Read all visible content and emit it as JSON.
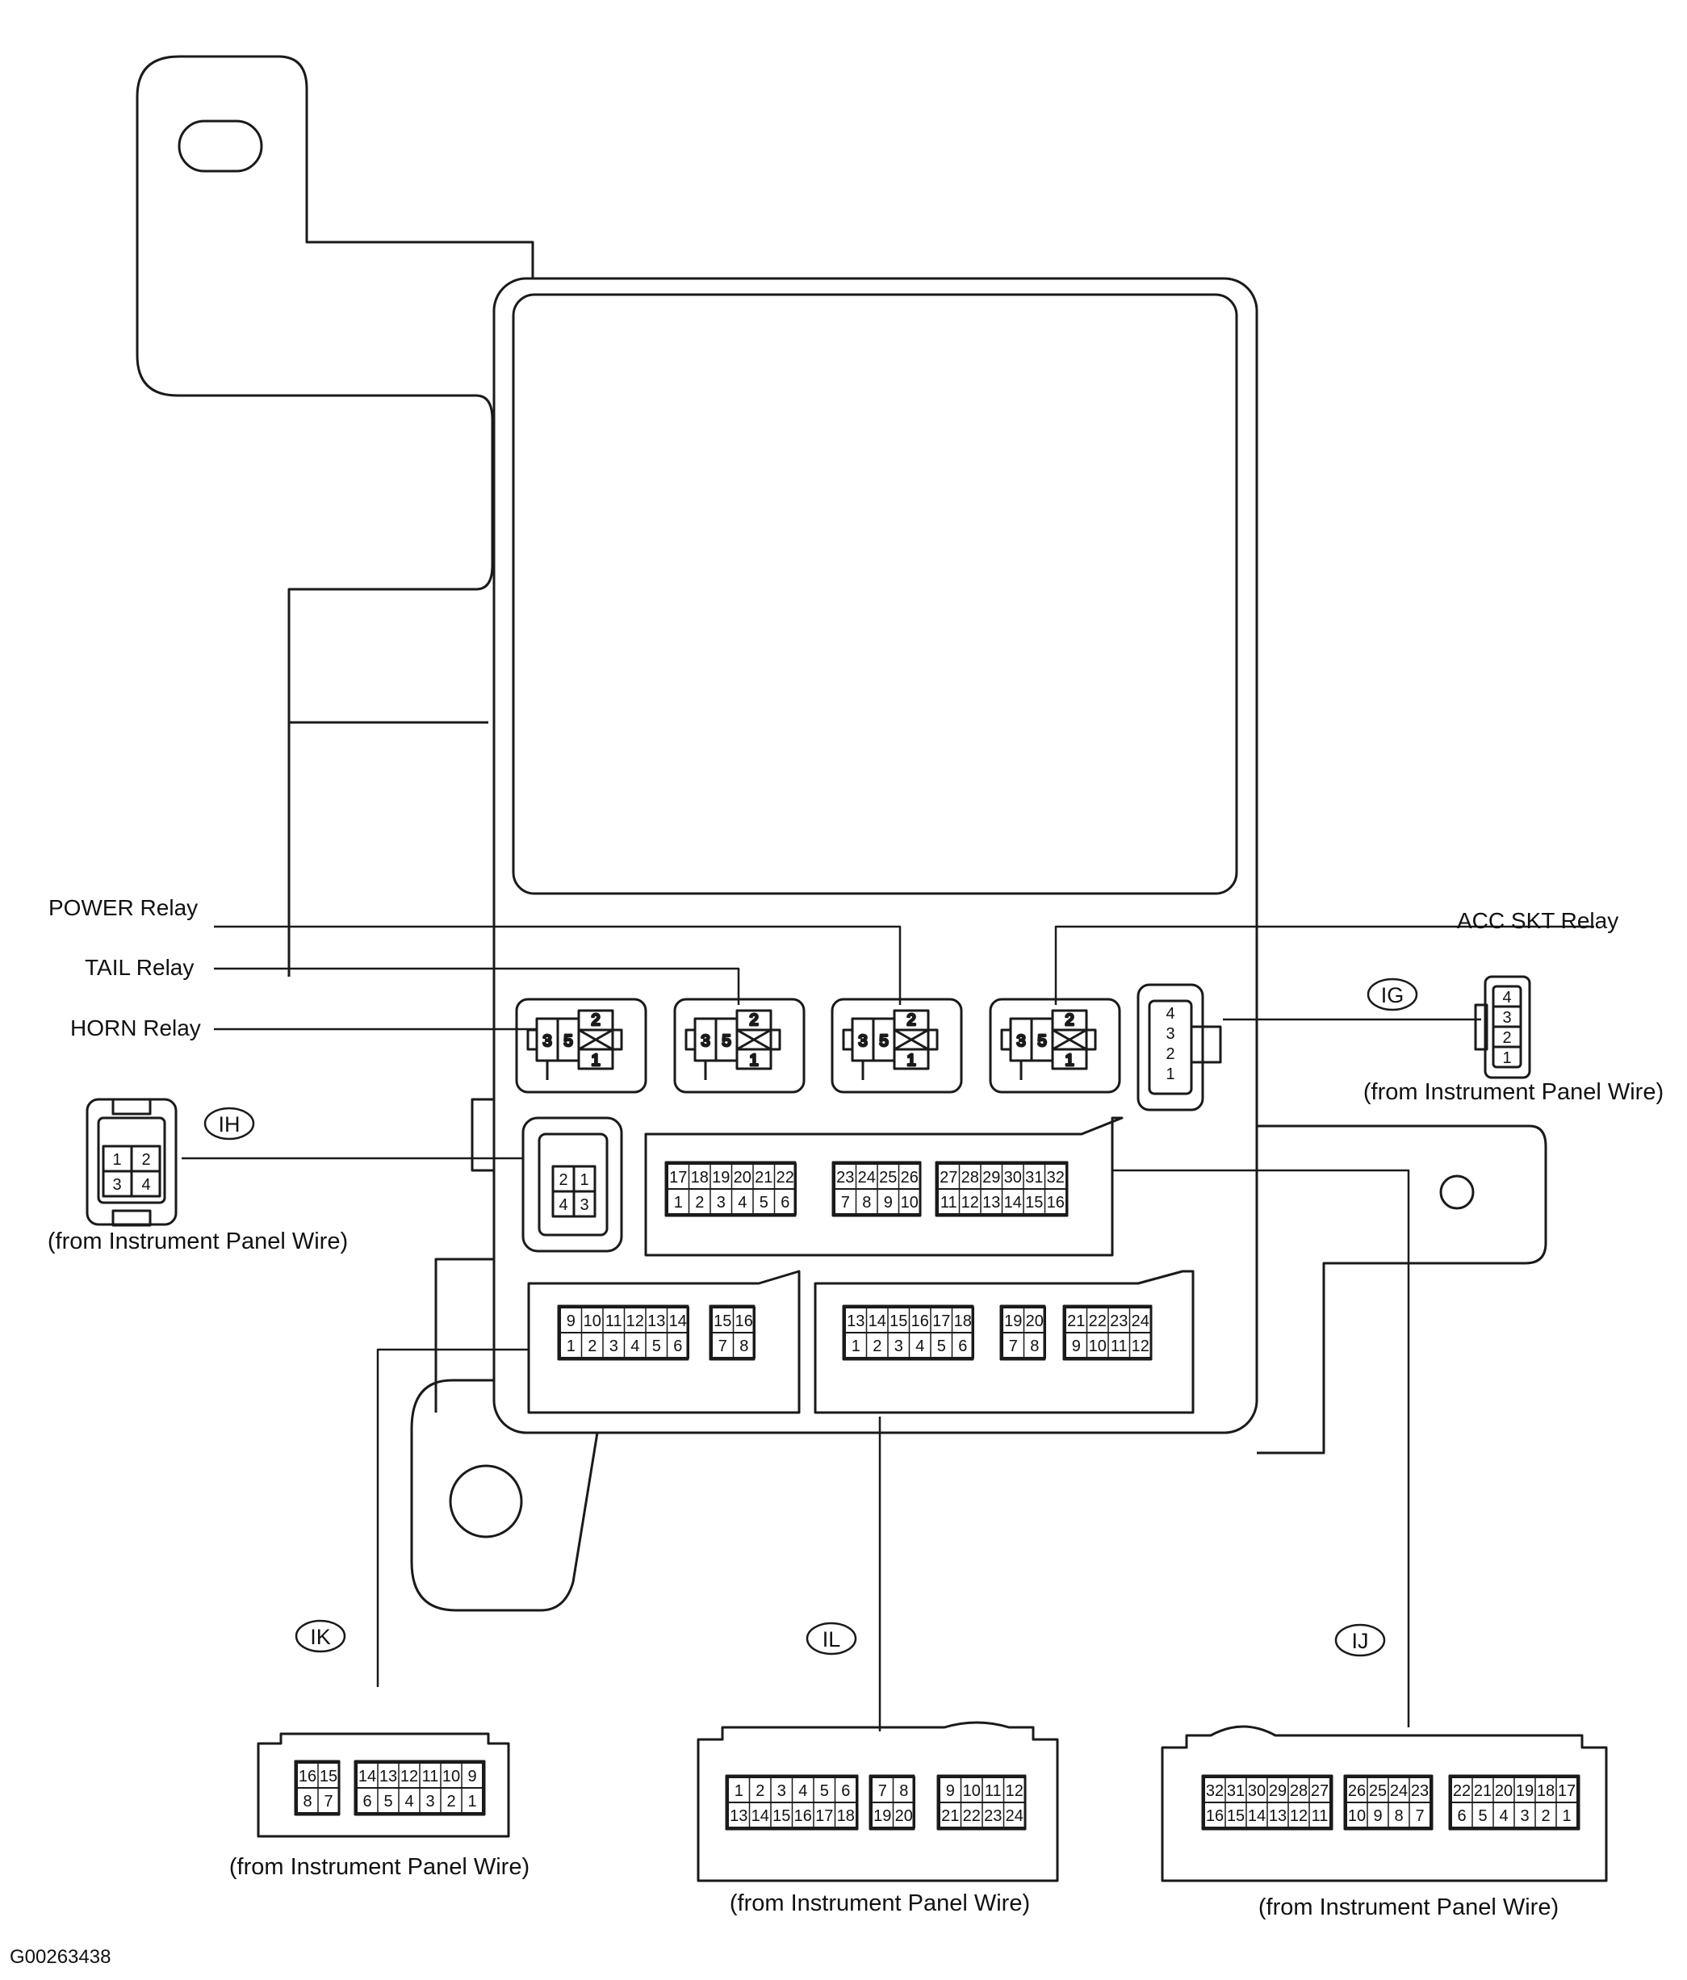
{
  "relay_labels": {
    "power": "POWER Relay",
    "tail": "TAIL Relay",
    "horn": "HORN Relay",
    "acc_skt": "ACC SKT Relay"
  },
  "relay_pins": {
    "left": "3",
    "mid": "5",
    "top": "2",
    "bottom": "1"
  },
  "connectors": {
    "IG": {
      "tag": "IG",
      "caption": "(from Instrument Panel Wire)",
      "pins": [
        "4",
        "3",
        "2",
        "1"
      ]
    },
    "IH": {
      "tag": "IH",
      "caption": "(from Instrument Panel Wire)",
      "top": [
        "1",
        "2"
      ],
      "bottom": [
        "3",
        "4"
      ]
    },
    "IK": {
      "tag": "IK",
      "caption": "(from Instrument Panel Wire)"
    },
    "IL": {
      "tag": "IL",
      "caption": "(from Instrument Panel Wire)"
    },
    "IJ": {
      "tag": "IJ",
      "caption": "(from Instrument Panel Wire)"
    }
  },
  "figure_id": "G00263438",
  "colors": {
    "line": "#1a1a1a",
    "background": "#ffffff"
  }
}
